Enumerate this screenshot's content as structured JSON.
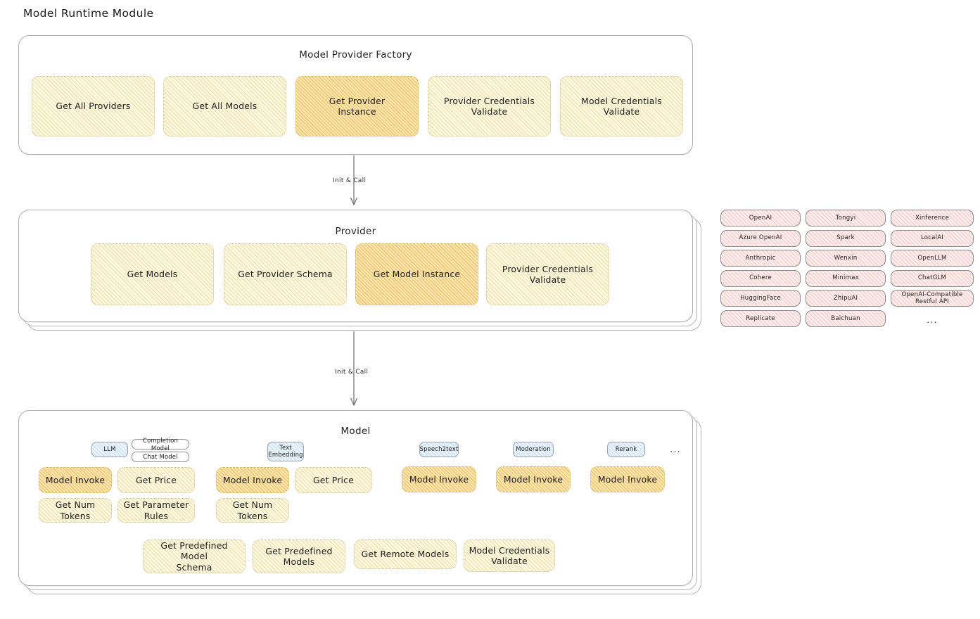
{
  "page": {
    "title": "Model Runtime Module"
  },
  "factory": {
    "title": "Model Provider Factory",
    "nodes": [
      {
        "label": "Get All Providers",
        "highlight": false
      },
      {
        "label": "Get All Models",
        "highlight": false
      },
      {
        "label": "Get Provider\nInstance",
        "highlight": true
      },
      {
        "label": "Provider Credentials\nValidate",
        "highlight": false
      },
      {
        "label": "Model Credentials\nValidate",
        "highlight": false
      }
    ]
  },
  "arrows": [
    {
      "label": "Init & Call"
    },
    {
      "label": "Init & Call"
    }
  ],
  "provider": {
    "title": "Provider",
    "nodes": [
      {
        "label": "Get Models",
        "highlight": false
      },
      {
        "label": "Get Provider Schema",
        "highlight": false
      },
      {
        "label": "Get Model Instance",
        "highlight": true
      },
      {
        "label": "Provider Credentials\nValidate",
        "highlight": false
      }
    ]
  },
  "provider_list": {
    "columns": [
      [
        "OpenAI",
        "Azure OpenAI",
        "Anthropic",
        "Cohere",
        "HuggingFace",
        "Replicate"
      ],
      [
        "Tongyi",
        "Spark",
        "Wenxin",
        "Minimax",
        "ZhipuAI",
        "Baichuan"
      ],
      [
        "Xinference",
        "LocalAI",
        "OpenLLM",
        "ChatGLM",
        "OpenAI-Compatible Restful API"
      ]
    ],
    "more": "..."
  },
  "model": {
    "title": "Model",
    "more": "...",
    "types": [
      {
        "badge": "LLM",
        "badge_style": "blue",
        "sub_badges": [
          "Completion Model",
          "Chat Model"
        ],
        "ops_row1": [
          {
            "label": "Model Invoke",
            "highlight": true
          },
          {
            "label": "Get Price",
            "highlight": false
          }
        ],
        "ops_row2": [
          {
            "label": "Get Num Tokens",
            "highlight": false
          },
          {
            "label": "Get Parameter\nRules",
            "highlight": false
          }
        ]
      },
      {
        "badge": "Text\nEmbedding",
        "badge_style": "blue",
        "sub_badges": [],
        "ops_row1": [
          {
            "label": "Model Invoke",
            "highlight": true
          },
          {
            "label": "Get Price",
            "highlight": false
          }
        ],
        "ops_row2": [
          {
            "label": "Get Num Tokens",
            "highlight": false
          }
        ]
      },
      {
        "badge": "Speech2text",
        "badge_style": "blue",
        "sub_badges": [],
        "ops_row1": [
          {
            "label": "Model Invoke",
            "highlight": true
          }
        ],
        "ops_row2": []
      },
      {
        "badge": "Moderation",
        "badge_style": "blue",
        "sub_badges": [],
        "ops_row1": [
          {
            "label": "Model Invoke",
            "highlight": true
          }
        ],
        "ops_row2": []
      },
      {
        "badge": "Rerank",
        "badge_style": "blue",
        "sub_badges": [],
        "ops_row1": [
          {
            "label": "Model Invoke",
            "highlight": true
          }
        ],
        "ops_row2": []
      }
    ],
    "common_ops": [
      {
        "label": "Get Predefined Model\nSchema",
        "highlight": false
      },
      {
        "label": "Get Predefined\nModels",
        "highlight": false
      },
      {
        "label": "Get Remote Models",
        "highlight": false
      },
      {
        "label": "Model Credentials\nValidate",
        "highlight": false
      }
    ]
  },
  "colors": {
    "node_yellow": "#fdf7e0",
    "node_amber": "#fbe6b4",
    "node_pink": "#fdeceb",
    "badge_blue": "#e8f2fa",
    "panel_border": "#adadad"
  }
}
